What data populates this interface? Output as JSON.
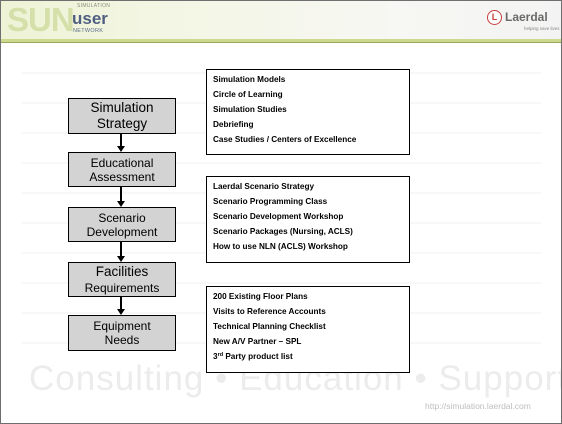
{
  "header": {
    "sun_letters": "SUN",
    "sim_small": "SIMULATION",
    "user_word": "user",
    "network_small": "NETWORK",
    "laerdal_symbol": "L",
    "laerdal_name": "Laerdal",
    "laerdal_tagline": "helping save lives"
  },
  "watermark": {
    "text": "Consulting  •  Education  •  Support",
    "url": "http://simulation.laerdal.com"
  },
  "flow_steps": [
    {
      "line1": "Simulation",
      "line2": "Strategy"
    },
    {
      "line1": "Educational",
      "line2": "Assessment"
    },
    {
      "line1": "Scenario",
      "line2": "Development"
    },
    {
      "line1": "Facilities",
      "line2": "Requirements"
    },
    {
      "line1": "Equipment",
      "line2": "Needs"
    }
  ],
  "panels": [
    {
      "items": [
        "Simulation Models",
        "Circle of Learning",
        "Simulation Studies",
        "Debriefing",
        "Case Studies / Centers of Excellence"
      ]
    },
    {
      "items": [
        "Laerdal Scenario Strategy",
        "Scenario Programming Class",
        "Scenario Development Workshop",
        "Scenario Packages (Nursing, ACLS)",
        "How to use NLN (ACLS) Workshop"
      ]
    },
    {
      "items": [
        "200 Existing Floor Plans",
        "Visits to Reference Accounts",
        "Technical Planning Checklist",
        "New A/V Partner – SPL"
      ],
      "last_number": "3",
      "last_suffix": "rd",
      "last_rest": " Party product list"
    }
  ],
  "colors": {
    "header_accent": "#cfd98e",
    "box_fill": "#d3d3d3"
  }
}
